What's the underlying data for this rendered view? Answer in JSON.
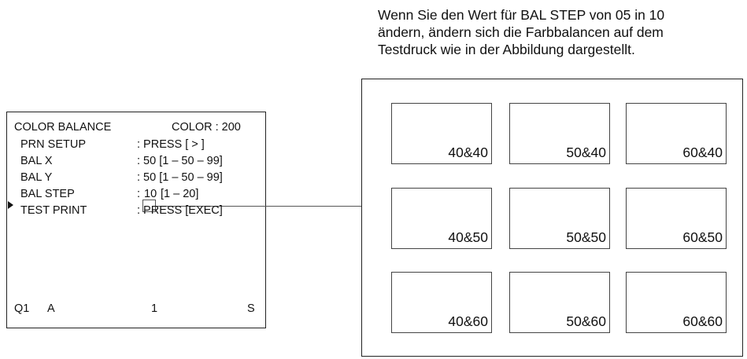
{
  "caption": {
    "lines": [
      "Wenn Sie den Wert für BAL STEP von 05 in 10",
      "ändern, ändern sich die Farbbalancen auf dem",
      "Testdruck wie in der Abbildung dargestellt."
    ]
  },
  "menu": {
    "title_left": "COLOR  BALANCE",
    "title_right": "COLOR : 200",
    "rows": [
      {
        "label": "PRN  SETUP",
        "value": ": PRESS  [ > ]"
      },
      {
        "label": "BAL   X",
        "value": ": 50  [1 – 50 – 99]"
      },
      {
        "label": "BAL   Y",
        "value": ": 50  [1 – 50 – 99]"
      },
      {
        "label": "BAL   STEP",
        "value_prefix": ":",
        "value_boxed": "10",
        "value_suffix": "[1 – 20]"
      },
      {
        "label": "TEST    PRINT",
        "value": ": PRESS  [EXEC]"
      }
    ],
    "footer": {
      "q": "Q1",
      "a": "A",
      "num": "1",
      "s": "S"
    }
  },
  "test_print": {
    "swatches": [
      "40&40",
      "50&40",
      "60&40",
      "40&50",
      "50&50",
      "60&50",
      "40&60",
      "50&60",
      "60&60"
    ]
  }
}
